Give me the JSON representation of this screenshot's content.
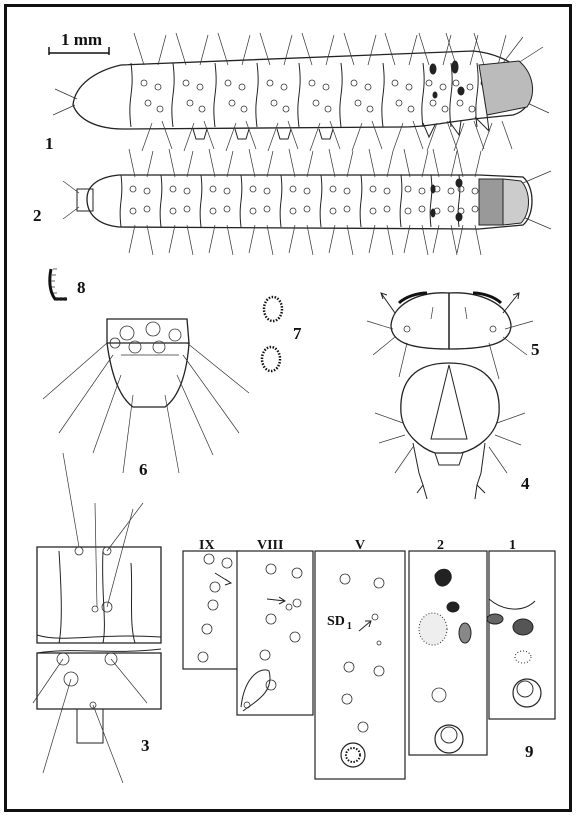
{
  "scale_bar": {
    "label": "1 mm"
  },
  "figures": [
    {
      "id": "fig-1",
      "label": "1"
    },
    {
      "id": "fig-2",
      "label": "2"
    },
    {
      "id": "fig-3",
      "label": "3"
    },
    {
      "id": "fig-4",
      "label": "4"
    },
    {
      "id": "fig-5",
      "label": "5"
    },
    {
      "id": "fig-6",
      "label": "6"
    },
    {
      "id": "fig-7",
      "label": "7"
    },
    {
      "id": "fig-8",
      "label": "8"
    },
    {
      "id": "fig-9",
      "label": "9"
    }
  ],
  "fig9_panels": {
    "ix": "IX",
    "viii": "VIII",
    "v": "V",
    "two": "2",
    "one": "1"
  },
  "sd_label": {
    "main": "SD",
    "sub": "1"
  },
  "colors": {
    "ink": "#222222",
    "background": "#ffffff",
    "frame": "#111111"
  }
}
